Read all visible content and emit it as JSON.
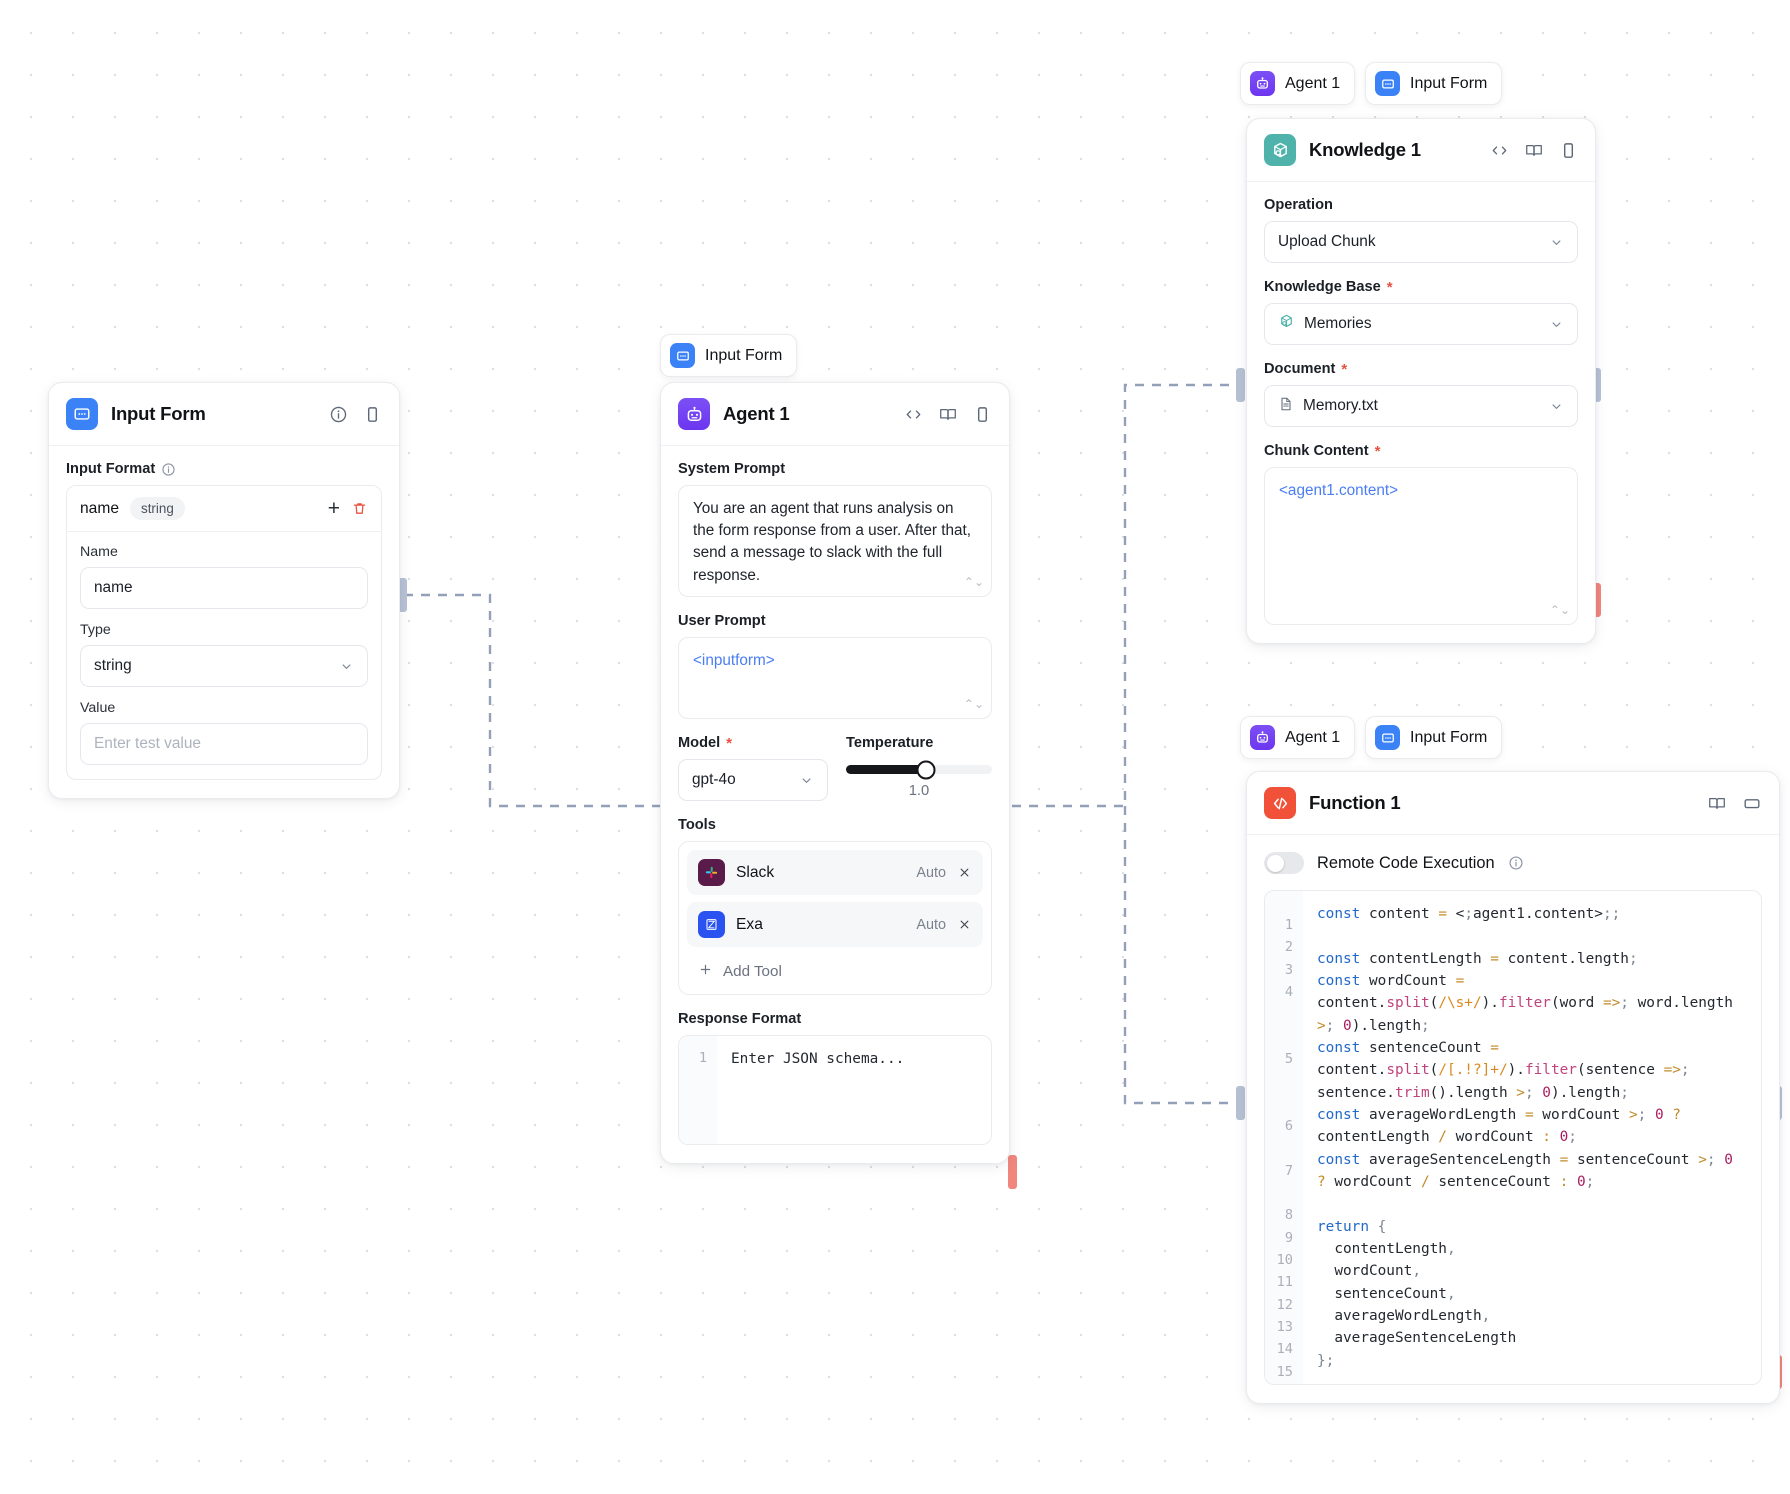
{
  "canvas": {
    "background": "#ffffff",
    "dot_color": "#dcdfe4"
  },
  "nodes": {
    "input_form": {
      "title": "Input Form",
      "icon": "form-icon",
      "color": "#3b82f6",
      "actions": [
        "info-icon",
        "panel-icon"
      ],
      "input_format_label": "Input Format",
      "entry": {
        "name": "name",
        "type_pill": "string"
      },
      "fields": [
        {
          "label": "Name",
          "value": "name",
          "kind": "text"
        },
        {
          "label": "Type",
          "value": "string",
          "kind": "select"
        },
        {
          "label": "Value",
          "value": "",
          "placeholder": "Enter test value",
          "kind": "text"
        }
      ]
    },
    "agent": {
      "chip_label": "Input Form",
      "title": "Agent 1",
      "icon": "robot-icon",
      "color": "#6c36f0",
      "actions": [
        "code-icon",
        "book-icon",
        "panel-icon"
      ],
      "system_prompt_label": "System Prompt",
      "system_prompt": "You are an agent that runs analysis on the form response from a user. After that, send a message to slack with the full response.",
      "user_prompt_label": "User Prompt",
      "user_prompt": "<inputform>",
      "model_label": "Model",
      "model_value": "gpt-4o",
      "temperature_label": "Temperature",
      "temperature_value": "1.0",
      "temperature_pct": 55,
      "tools_label": "Tools",
      "tools": [
        {
          "name": "Slack",
          "mode": "Auto",
          "icon": "slack-icon",
          "color": "#5b1b4a"
        },
        {
          "name": "Exa",
          "mode": "Auto",
          "icon": "exa-icon",
          "color": "#2a52f0"
        }
      ],
      "add_tool_label": "Add Tool",
      "response_format_label": "Response Format",
      "response_format_placeholder": "Enter JSON schema...",
      "response_format_line": "1"
    },
    "knowledge": {
      "chips": [
        {
          "label": "Agent 1",
          "icon": "robot-icon",
          "color": "#6c36f0"
        },
        {
          "label": "Input Form",
          "icon": "form-icon",
          "color": "#3b82f6"
        }
      ],
      "title": "Knowledge 1",
      "icon": "knowledge-icon",
      "color": "#4fb3ac",
      "actions": [
        "code-icon",
        "book-icon",
        "panel-icon"
      ],
      "operation_label": "Operation",
      "operation_value": "Upload Chunk",
      "knowledge_base_label": "Knowledge Base",
      "knowledge_base_value": "Memories",
      "document_label": "Document",
      "document_value": "Memory.txt",
      "chunk_content_label": "Chunk Content",
      "chunk_content_value": "<agent1.content>"
    },
    "function": {
      "chips": [
        {
          "label": "Agent 1",
          "icon": "robot-icon",
          "color": "#6c36f0"
        },
        {
          "label": "Input Form",
          "icon": "form-icon",
          "color": "#3b82f6"
        }
      ],
      "title": "Function 1",
      "icon": "code-brackets-icon",
      "color": "#f05138",
      "actions": [
        "book-icon",
        "window-icon"
      ],
      "remote_toggle_label": "Remote Code Execution",
      "remote_toggle_on": false,
      "code_lines": [
        "const content = <agent1.content>;",
        "",
        "const contentLength = content.length;",
        "const wordCount = content.split(/\\s+/).filter(word => word.length > 0).length;",
        "const sentenceCount = content.split(/[.!?]+/).filter(sentence => sentence.trim().length > 0).length;",
        "const averageWordLength = wordCount > 0 ? contentLength / wordCount : 0;",
        "const averageSentenceLength = sentenceCount > 0 ? wordCount / sentenceCount : 0;",
        "",
        "return {",
        "  contentLength,",
        "  wordCount,",
        "  sentenceCount,",
        "  averageWordLength,",
        "  averageSentenceLength",
        "};"
      ],
      "line_numbers": [
        "1",
        "2",
        "3",
        "4",
        "5",
        "6",
        "7",
        "8",
        "9",
        "10",
        "11",
        "12",
        "13",
        "14",
        "15"
      ]
    }
  }
}
